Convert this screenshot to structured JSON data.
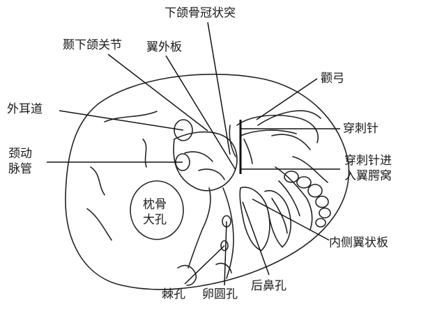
{
  "labels": {
    "coronoid": "下颌骨冠状突",
    "tmj": "颞下颌关节",
    "lateral_plate": "翼外板",
    "zygomatic_arch": "颧弓",
    "ear_canal": "外耳道",
    "needle": "穿刺针",
    "carotid_1": "颈动",
    "carotid_2": "脉管",
    "needle_enters_1": "穿刺针进",
    "needle_enters_2": "入翼腭窝",
    "foramen_magnum_1": "枕骨",
    "foramen_magnum_2": "大孔",
    "medial_plate": "内侧翼状板",
    "spinosum": "棘孔",
    "ovale": "卵圆孔",
    "choana": "后鼻孔"
  }
}
